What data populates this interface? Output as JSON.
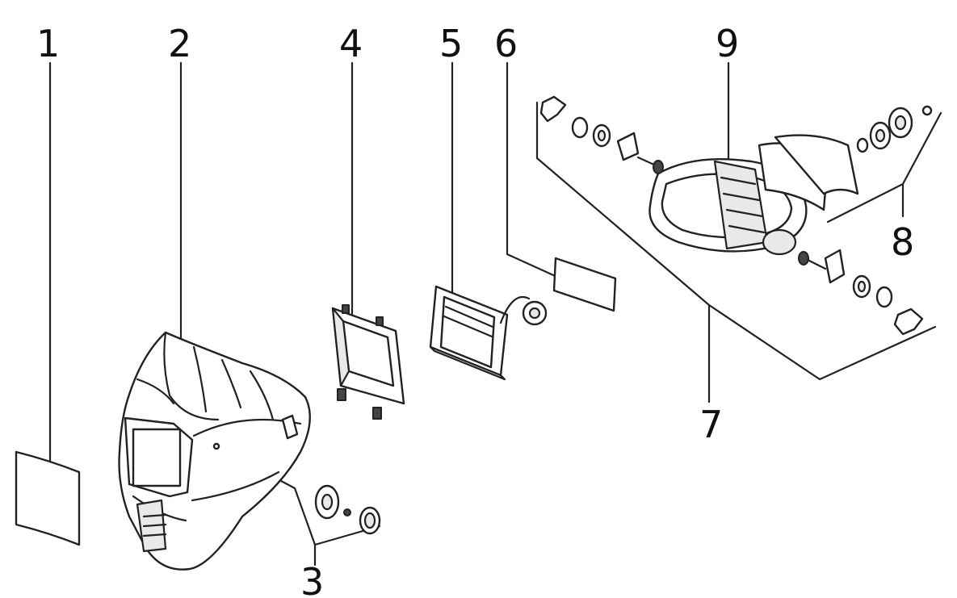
{
  "diagram": {
    "callouts": [
      {
        "id": "part-1",
        "label": "1"
      },
      {
        "id": "part-2",
        "label": "2"
      },
      {
        "id": "part-3",
        "label": "3"
      },
      {
        "id": "part-4",
        "label": "4"
      },
      {
        "id": "part-5",
        "label": "5"
      },
      {
        "id": "part-6",
        "label": "6"
      },
      {
        "id": "part-7",
        "label": "7"
      },
      {
        "id": "part-8",
        "label": "8"
      },
      {
        "id": "part-9",
        "label": "9"
      }
    ],
    "colors": {
      "stroke": "#222222",
      "background": "#ffffff"
    }
  }
}
